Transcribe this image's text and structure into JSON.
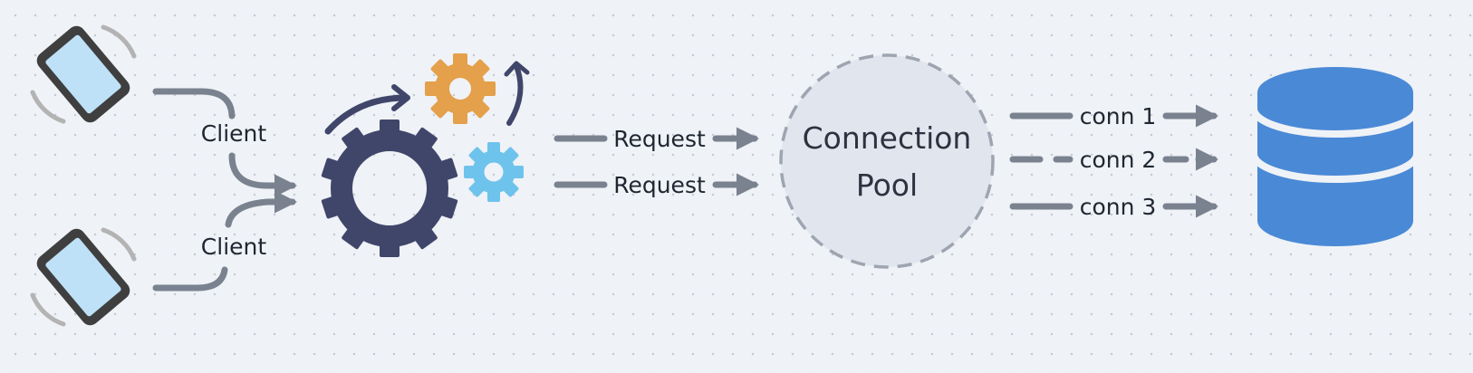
{
  "diagram": {
    "clients": [
      {
        "label": "Client"
      },
      {
        "label": "Client"
      }
    ],
    "requests": [
      {
        "label": "Request"
      },
      {
        "label": "Request"
      }
    ],
    "pool": {
      "line1": "Connection",
      "line2": "Pool"
    },
    "connections": [
      {
        "label": "conn 1",
        "style": "solid"
      },
      {
        "label": "conn 2",
        "style": "dashed"
      },
      {
        "label": "conn 3",
        "style": "solid"
      }
    ]
  },
  "colors": {
    "background": "#eff2f6",
    "connector": "#7a8290",
    "phone_body": "#3f3f40",
    "phone_screen": "#bfe1f7",
    "gear_large": "#40466a",
    "gear_orange": "#e4a04a",
    "gear_blue": "#6ec3ec",
    "pool_fill": "#e1e5ee",
    "pool_border": "#9ea5b1",
    "database": "#4a89d6"
  },
  "icons": {
    "client_device": "smartphone-rotate-icon",
    "server": "gears-icon",
    "database": "database-icon"
  }
}
